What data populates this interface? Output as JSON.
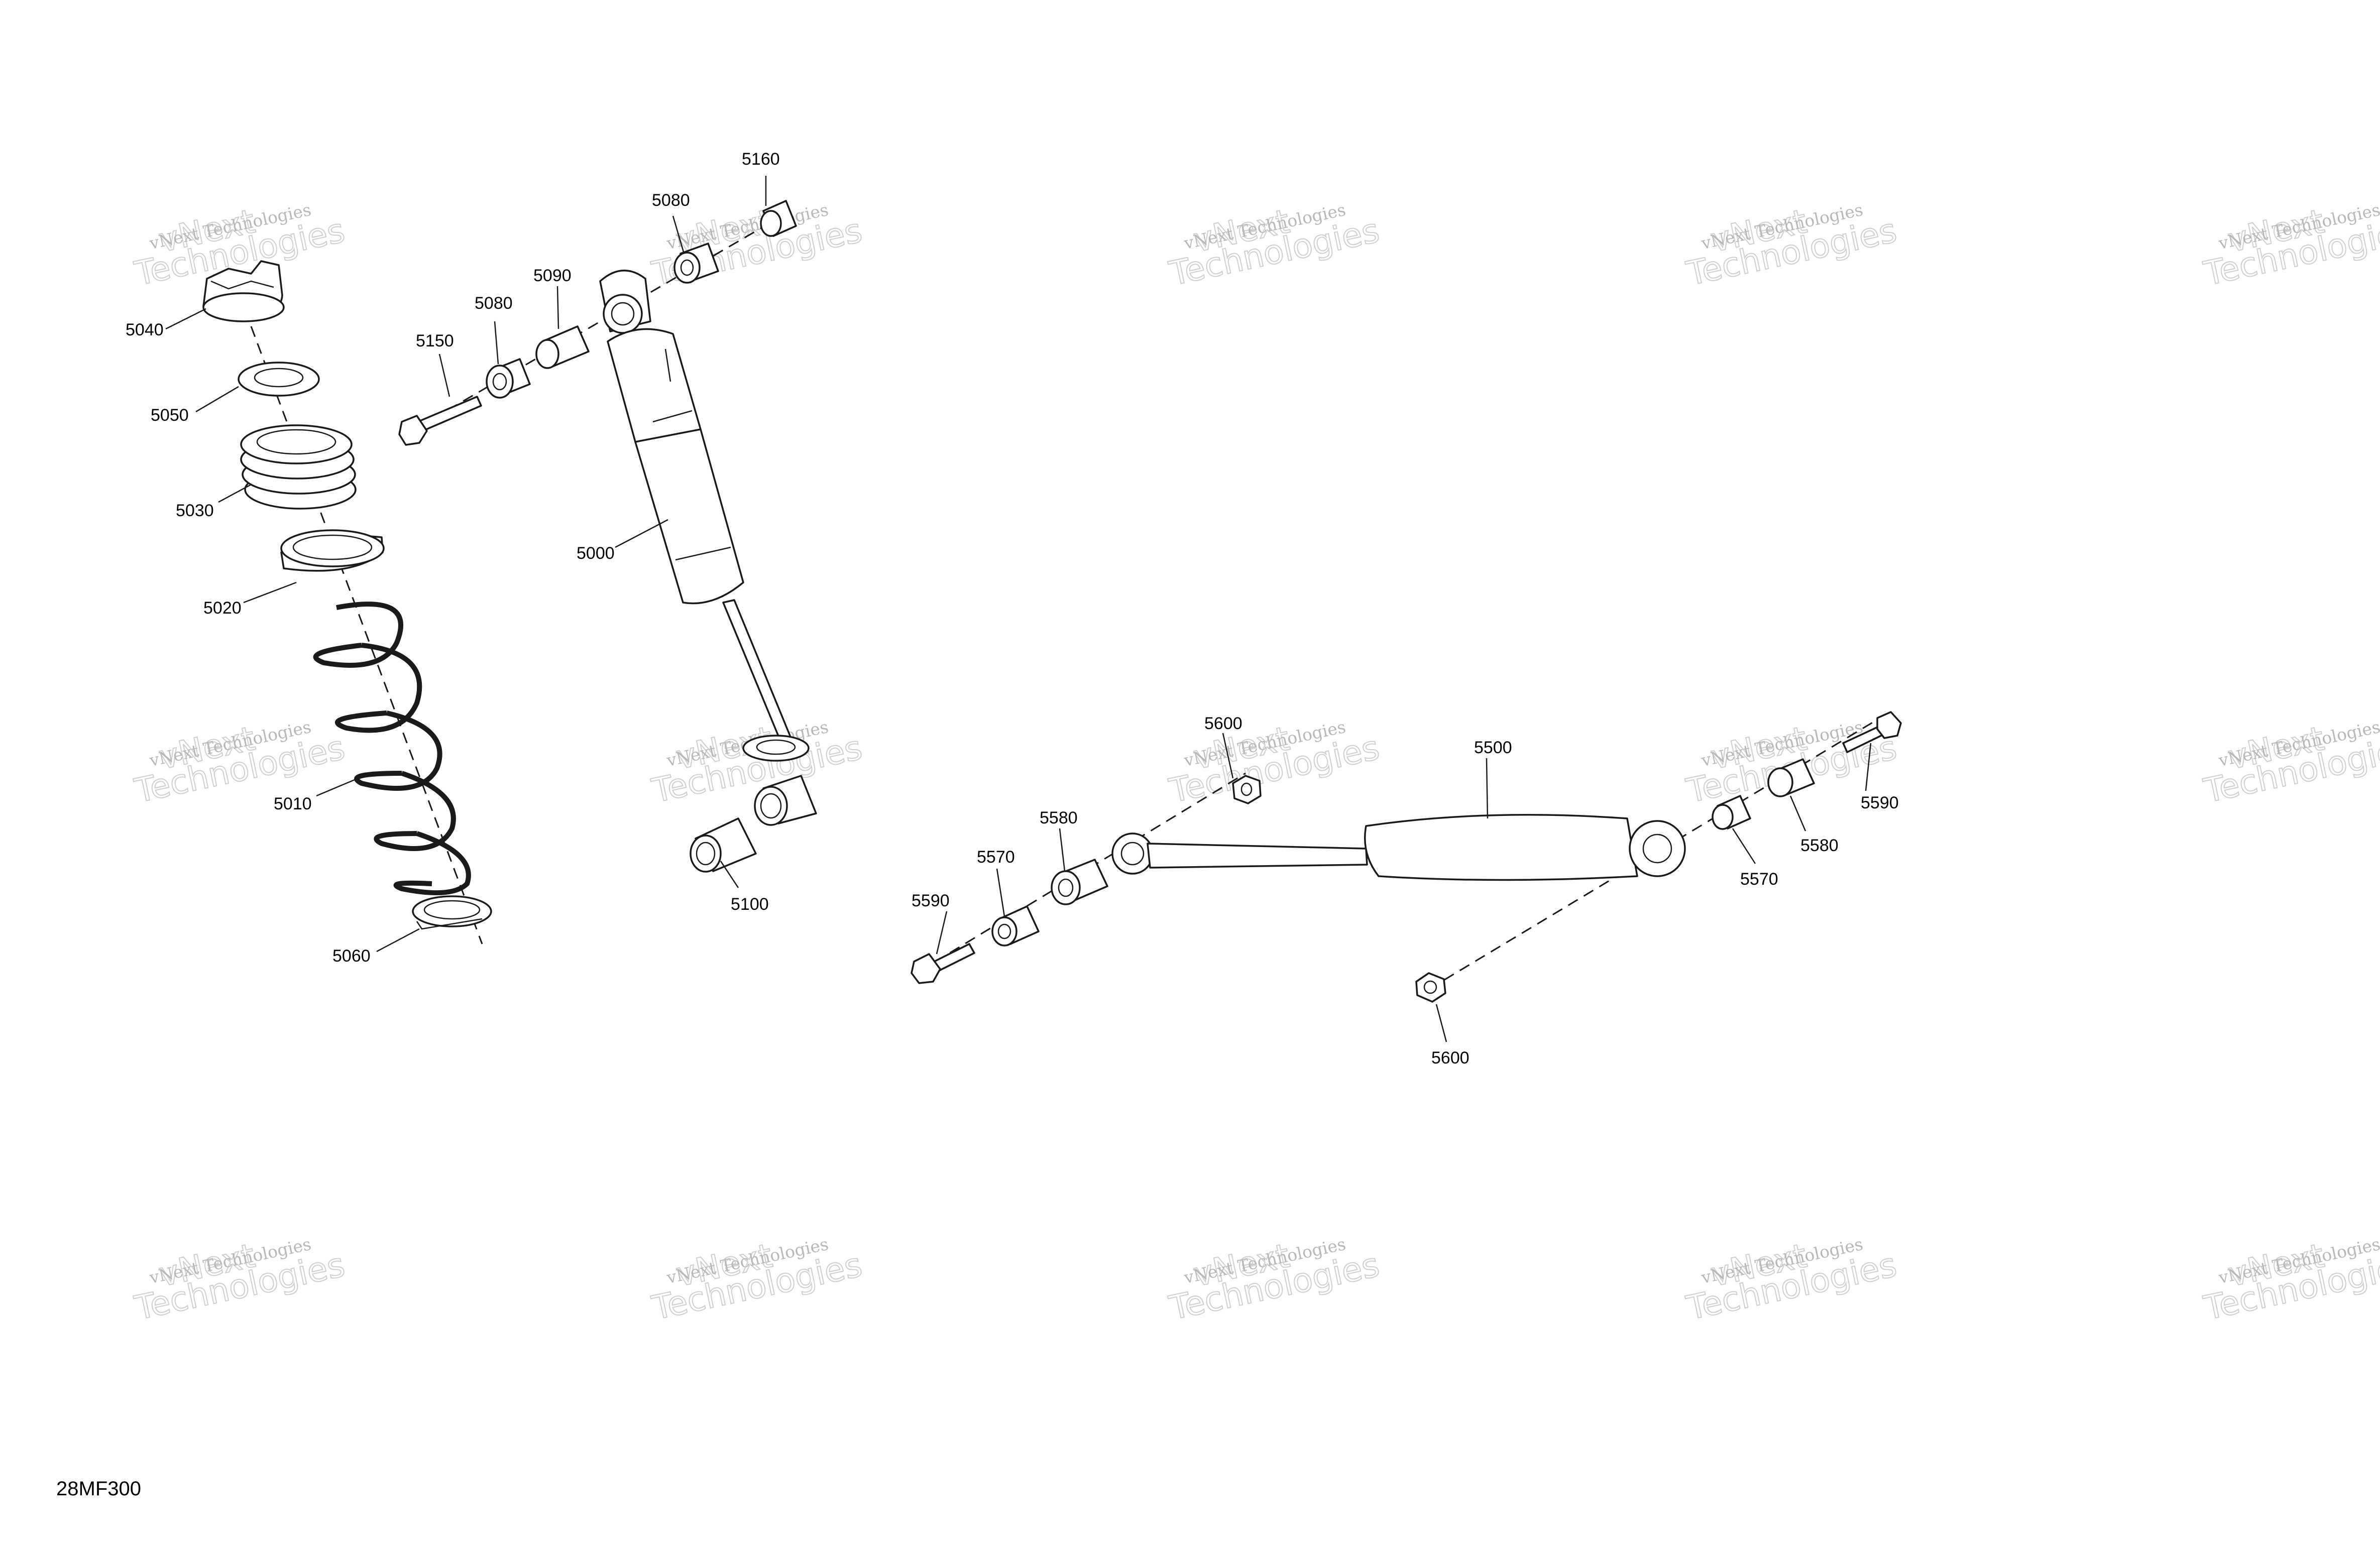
{
  "watermark": {
    "line1": "vNext Technologies",
    "line2": "vNext",
    "line3": "Technologies"
  },
  "drawing_code": "28MF300",
  "callouts": {
    "c5160": "5160",
    "c5080a": "5080",
    "c5090": "5090",
    "c5080b": "5080",
    "c5150": "5150",
    "c5040": "5040",
    "c5050": "5050",
    "c5030": "5030",
    "c5000": "5000",
    "c5020": "5020",
    "c5010": "5010",
    "c5100": "5100",
    "c5060": "5060",
    "c5600a": "5600",
    "c5500": "5500",
    "c5580a": "5580",
    "c5570a": "5570",
    "c5590a": "5590",
    "c5590b": "5590",
    "c5580b": "5580",
    "c5570b": "5570",
    "c5600b": "5600"
  }
}
